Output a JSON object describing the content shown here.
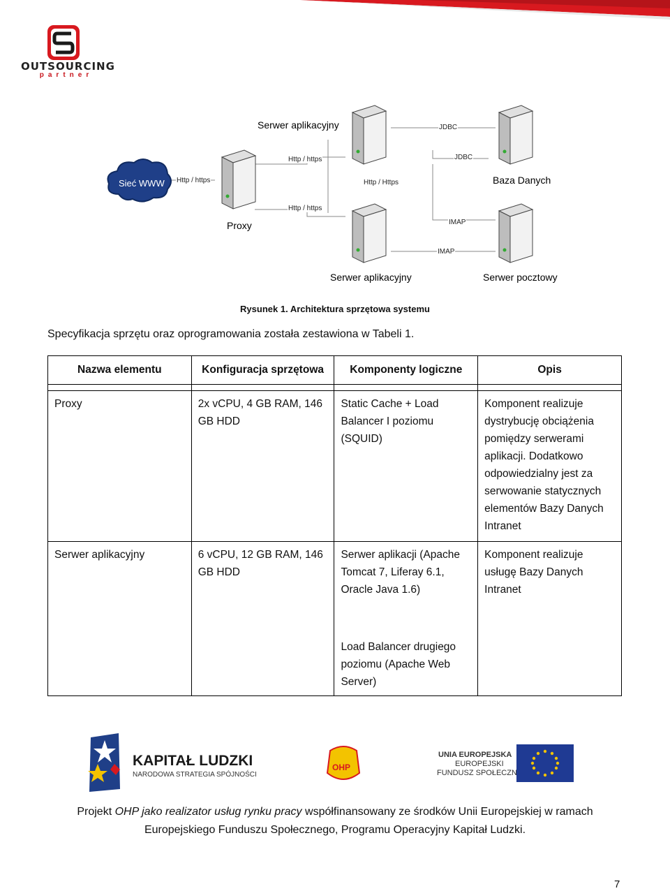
{
  "header": {
    "logo_word": "OUTSOURCING",
    "logo_sub": "partner"
  },
  "diagram": {
    "nodes": {
      "internet": "Sieć WWW",
      "app_server_top": "Serwer aplikacyjny",
      "proxy": "Proxy",
      "database": "Baza Danych",
      "app_server_bottom": "Serwer aplikacyjny",
      "mail_server": "Serwer pocztowy"
    },
    "connections": {
      "www_proxy": "Http / https",
      "proxy_app_top": "Http / https",
      "app_top_vertical": "Http / Https",
      "proxy_app_bottom": "Http / https",
      "app_top_db": "JDBC",
      "app_bottom_db": "JDBC",
      "app_top_mail": "IMAP",
      "app_bottom_mail": "IMAP"
    }
  },
  "caption": "Rysunek 1. Architektura sprzętowa systemu",
  "intro": "Specyfikacja sprzętu oraz oprogramowania została zestawiona w Tabeli 1.",
  "table": {
    "headers": [
      "Nazwa elementu",
      "Konfiguracja sprzętowa",
      "Komponenty logiczne",
      "Opis"
    ],
    "rows": [
      {
        "name": "Proxy",
        "config": "2x vCPU, 4 GB RAM, 146 GB HDD",
        "components": "Static Cache + Load Balancer  I poziomu (SQUID)",
        "components_extra": "",
        "description": "Komponent realizuje dystrybucję obciążenia pomiędzy serwerami aplikacji. Dodatkowo odpowiedzialny jest za serwowanie statycznych elementów Bazy Danych Intranet"
      },
      {
        "name": "Serwer aplikacyjny",
        "config": "6 vCPU, 12 GB RAM, 146 GB HDD",
        "components": "Serwer aplikacji (Apache Tomcat 7,  Liferay 6.1, Oracle Java 1.6)",
        "components_extra": "Load Balancer drugiego poziomu (Apache Web Server)",
        "description": "Komponent realizuje usługę Bazy Danych Intranet"
      }
    ]
  },
  "footer": {
    "logo1_title": "KAPITAŁ LUDZKI",
    "logo1_sub": "NARODOWA STRATEGIA SPÓJNOŚCI",
    "logo2": "OHP",
    "logo3_line1": "UNIA EUROPEJSKA",
    "logo3_line2": "EUROPEJSKI",
    "logo3_line3": "FUNDUSZ SPOŁECZNY",
    "line1_a": "Projekt ",
    "line1_b": "OHP jako realizator usług rynku pracy",
    "line1_c": " współfinansowany ze środków Unii Europejskiej w ramach",
    "line2": "Europejskiego Funduszu Społecznego, Programu Operacyjny Kapitał Ludzki."
  },
  "page_number": "7",
  "colors": {
    "brand_red": "#d8191f",
    "cloud": "#1f3f88",
    "eu_blue": "#1f3a93"
  }
}
